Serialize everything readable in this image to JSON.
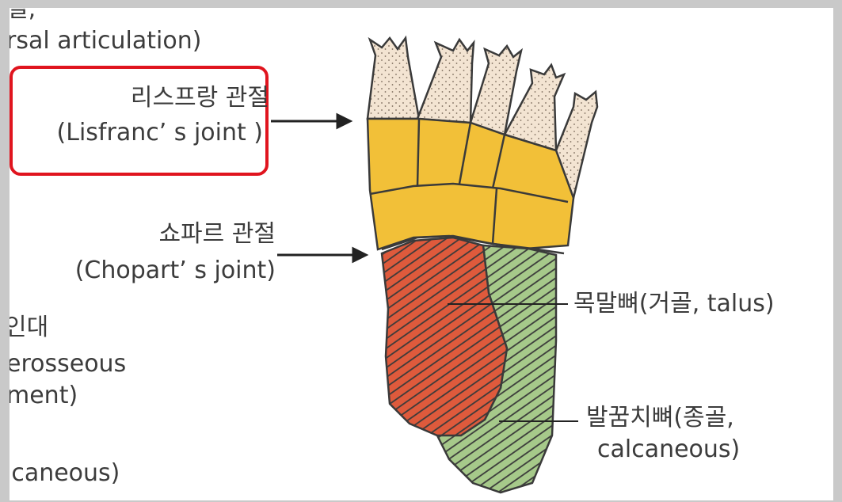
{
  "labels": {
    "top_fragment_korean": "절,",
    "top_fragment_english": "rsal articulation)",
    "lisfranc_korean": "리스프랑 관절",
    "lisfranc_english": "(Lisfranc’ s joint )",
    "chopart_korean": "쇼파르 관절",
    "chopart_english": "(Chopart’ s joint)",
    "ligament_korean": "인대",
    "ligament_english_1": "erosseous",
    "ligament_english_2": "ment)",
    "bottom_fragment": "lcaneous)",
    "talus_label": "목말뼈(거골, talus)",
    "calcaneus_label_1": "발꿈치뼈(종골,",
    "calcaneus_label_2": "calcaneous)"
  },
  "colors": {
    "highlight": "#e0141e",
    "toe_fill": "#f3e4d2",
    "tarsal_fill": "#f2c038",
    "talus_fill": "#de5a3c",
    "calcaneus_fill": "#a6c98a",
    "outline": "#3a3a3a"
  }
}
